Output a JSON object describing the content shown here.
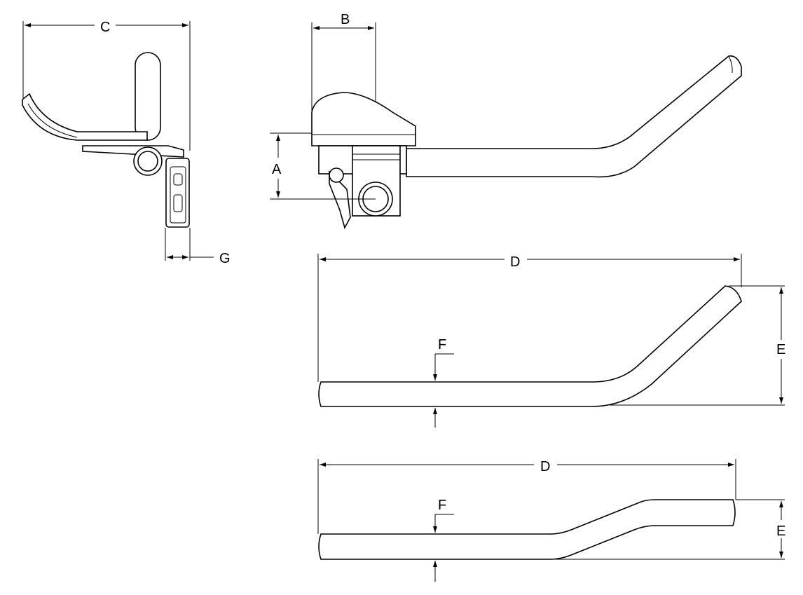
{
  "side_view": {
    "dim_c": "C",
    "dim_g": "G"
  },
  "front_view": {
    "dim_b": "B",
    "dim_a": "A"
  },
  "top_extension_view": {
    "dim_d": "D",
    "dim_e": "E",
    "dim_f": "F"
  },
  "bottom_extension_view": {
    "dim_d": "D",
    "dim_e": "E",
    "dim_f": "F"
  }
}
